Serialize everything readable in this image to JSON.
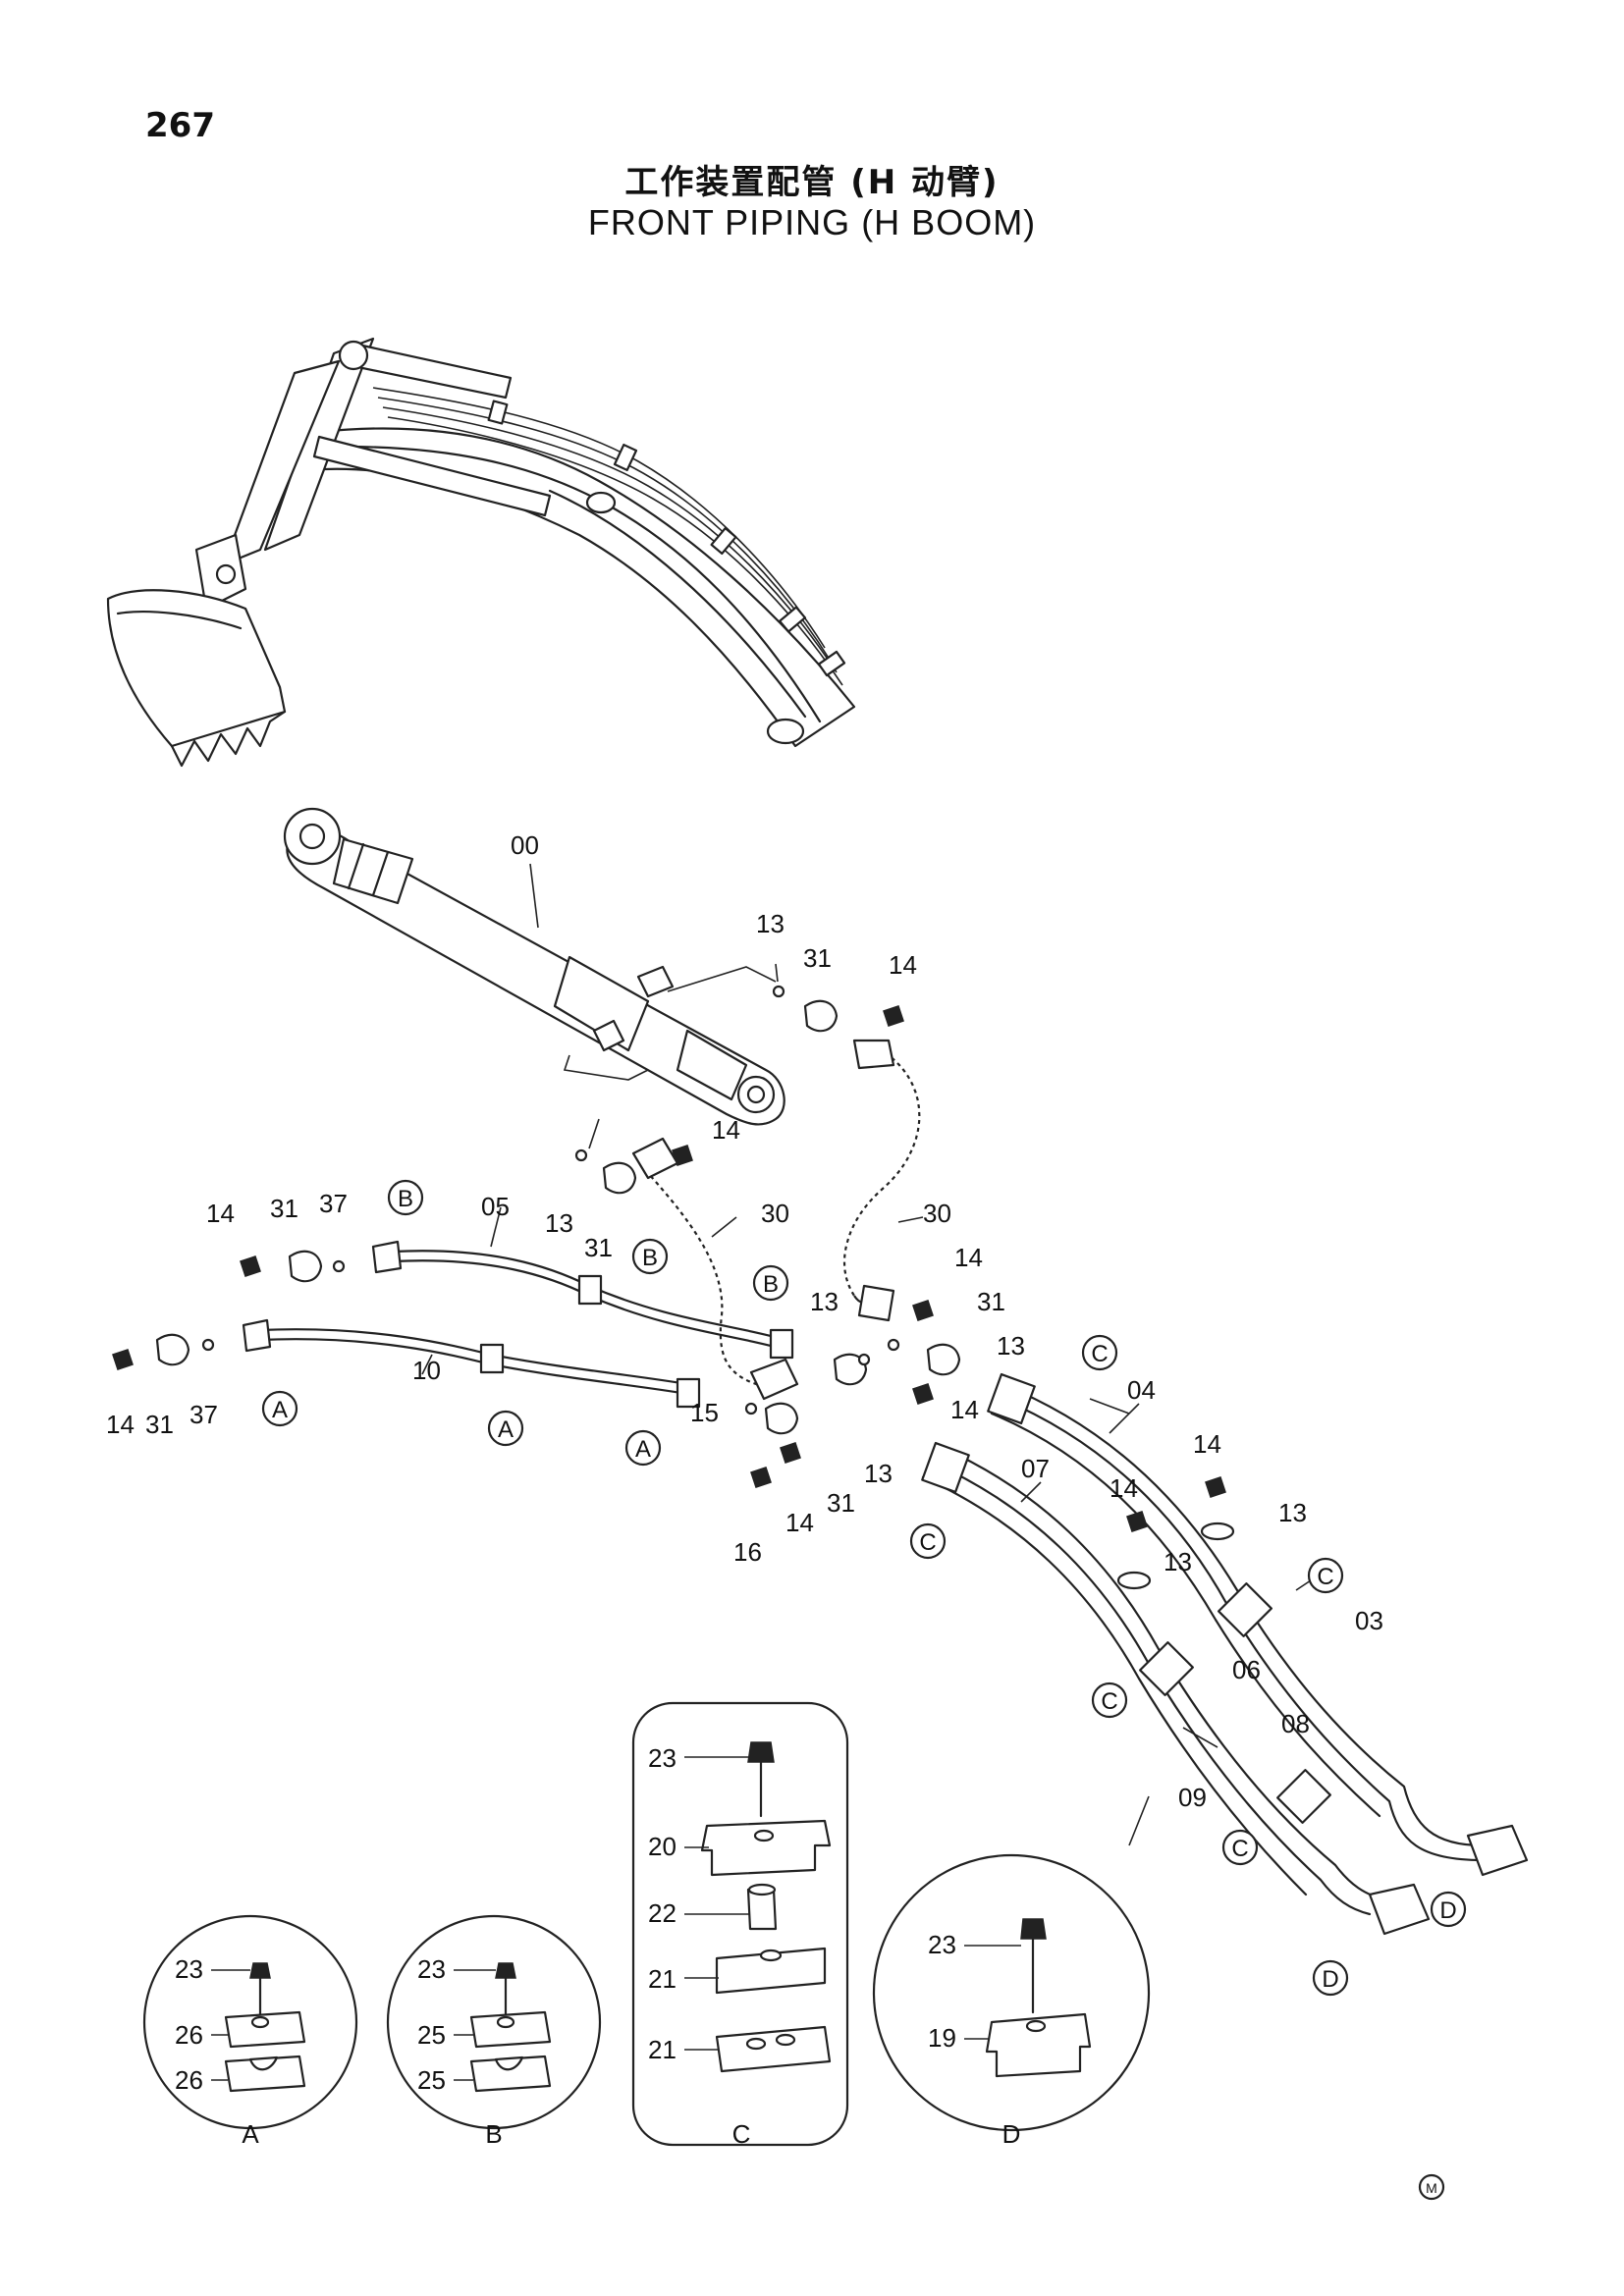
{
  "header": {
    "page_number": "267",
    "title_cn": "工作装置配管 (H 动臂)",
    "title_en": "FRONT PIPING (H BOOM)"
  },
  "labels": {
    "p00": "00",
    "p03": "03",
    "p04": "04",
    "p05": "05",
    "p06": "06",
    "p07": "07",
    "p08": "08",
    "p09": "09",
    "p10": "10",
    "p13": "13",
    "p14": "14",
    "p15": "15",
    "p16": "16",
    "p19": "19",
    "p20": "20",
    "p21": "21",
    "p22": "22",
    "p23": "23",
    "p25": "25",
    "p26": "26",
    "p30": "30",
    "p31": "31",
    "p37": "37"
  },
  "clamp_markers": [
    "A",
    "B",
    "C",
    "D"
  ],
  "details": {
    "A": {
      "caption": "A",
      "parts": [
        "23",
        "26",
        "26"
      ]
    },
    "B": {
      "caption": "B",
      "parts": [
        "23",
        "25",
        "25"
      ]
    },
    "C": {
      "caption": "C",
      "parts": [
        "23",
        "20",
        "22",
        "21",
        "21"
      ]
    },
    "D": {
      "caption": "D",
      "parts": [
        "23",
        "19"
      ]
    }
  },
  "footer_mark": "M"
}
